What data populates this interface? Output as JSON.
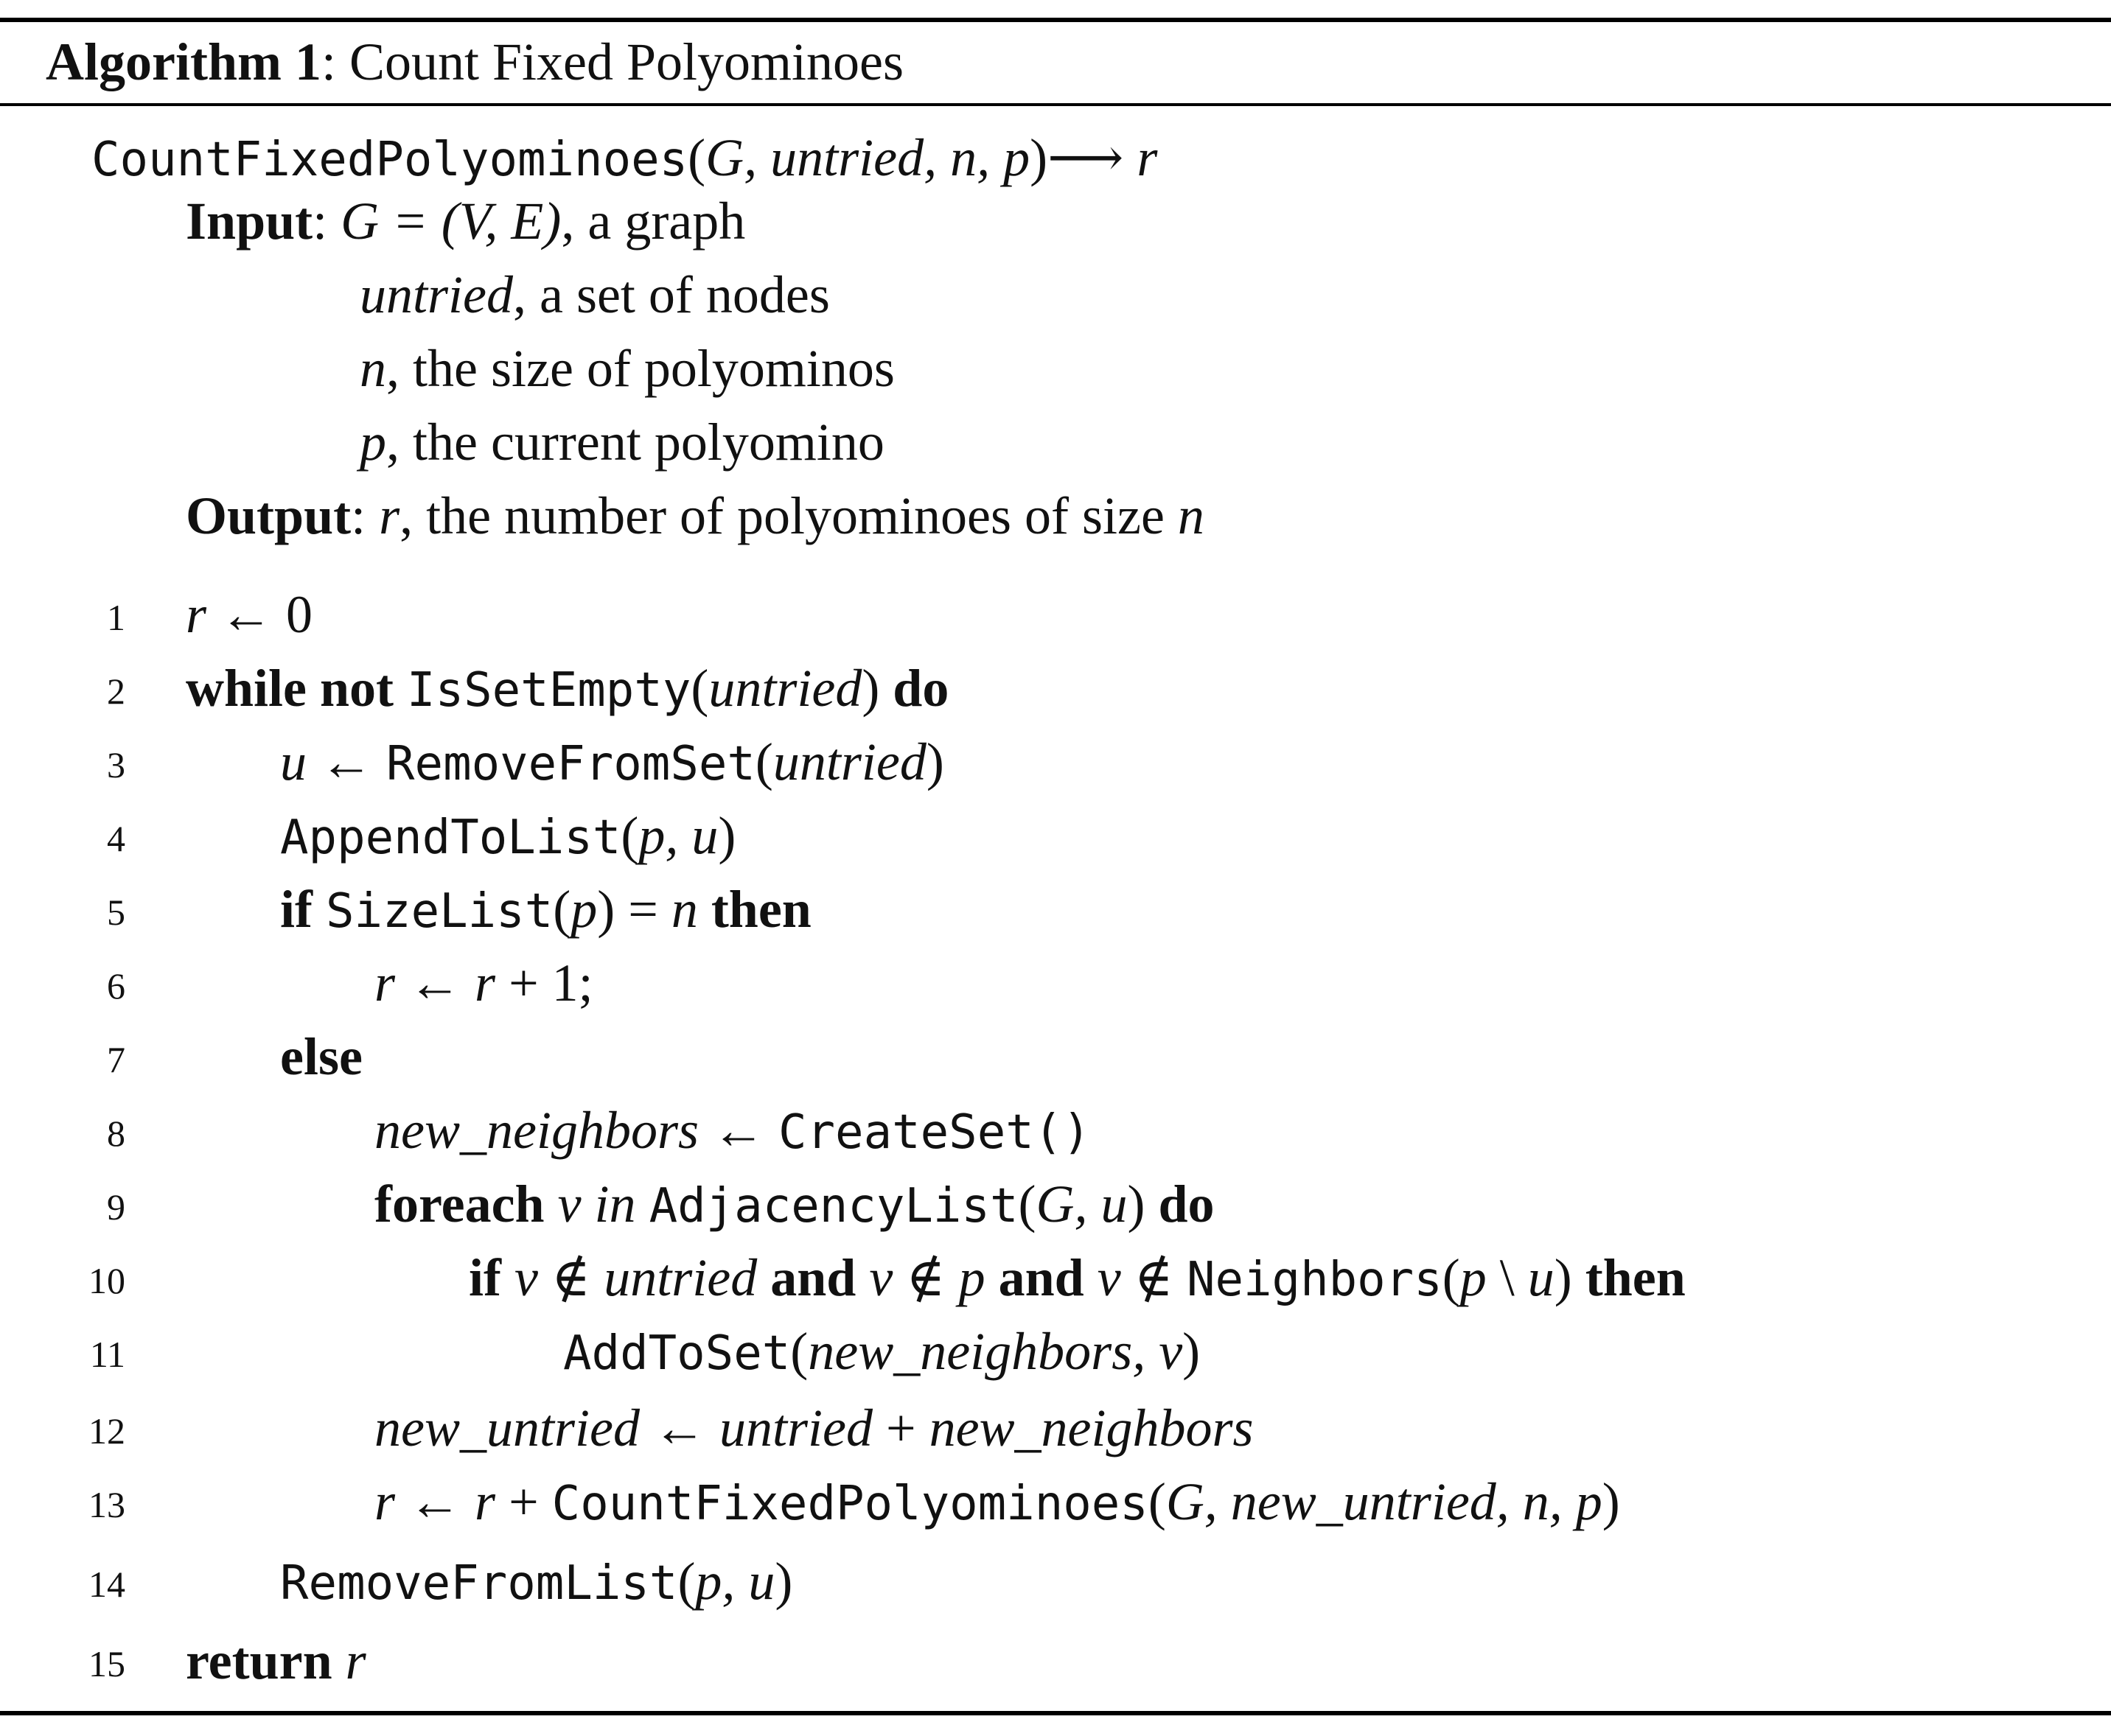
{
  "caption": {
    "label": "Algorithm 1",
    "title": ": Count Fixed Polyominoes"
  },
  "signature": {
    "name": "CountFixedPolyominoes",
    "open": "(",
    "args": "G, untried, n, p",
    "close": ")",
    "arrow": "⟶",
    "ret": "r"
  },
  "input": {
    "label": "Input",
    "colon": ":",
    "items": [
      {
        "var": "G = (V, E)",
        "desc": ", a graph"
      },
      {
        "var": "untried",
        "desc": ", a set of nodes"
      },
      {
        "var": "n",
        "desc": ", the size of polyominos"
      },
      {
        "var": "p",
        "desc": ", the current polyomino"
      }
    ]
  },
  "output": {
    "label": "Output",
    "colon": ":",
    "var": "r",
    "desc": ", the number of polyominoes of size ",
    "var2": "n"
  },
  "lines": [
    {
      "num": "1",
      "t": [
        "r",
        " ← 0"
      ]
    },
    {
      "num": "2",
      "t": [
        "while not",
        " ",
        "IsSetEmpty",
        "(",
        "untried",
        ")",
        " do"
      ]
    },
    {
      "num": "3",
      "t": [
        "u",
        " ← ",
        "RemoveFromSet",
        "(",
        "untried",
        ")"
      ]
    },
    {
      "num": "4",
      "t": [
        "AppendToList",
        "(",
        "p, u",
        ")"
      ]
    },
    {
      "num": "5",
      "t": [
        "if",
        " ",
        "SizeList",
        "(",
        "p",
        ")",
        " = ",
        "n",
        " then"
      ]
    },
    {
      "num": "6",
      "t": [
        "r",
        " ← ",
        "r",
        " + 1;"
      ]
    },
    {
      "num": "7",
      "t": [
        "else"
      ]
    },
    {
      "num": "8",
      "t": [
        "new_neighbors",
        " ← ",
        "CreateSet()"
      ]
    },
    {
      "num": "9",
      "t": [
        "foreach",
        " ",
        "v in",
        " ",
        "AdjacencyList",
        "(",
        "G, u",
        ")",
        " do"
      ]
    },
    {
      "num": "10",
      "t": [
        "if",
        " ",
        "v",
        " ∉ ",
        "untried",
        " and ",
        "v",
        " ∉ ",
        "p",
        " and ",
        "v",
        " ∉ ",
        "Neighbors",
        "(",
        "p",
        " \\ ",
        "u",
        ")",
        " then"
      ]
    },
    {
      "num": "11",
      "t": [
        "AddToSet",
        "(",
        "new_neighbors, v",
        ")"
      ]
    },
    {
      "num": "12",
      "t": [
        "new_untried",
        " ← ",
        "untried",
        " + ",
        "new_neighbors"
      ]
    },
    {
      "num": "13",
      "t": [
        "r",
        " ← ",
        "r",
        " + ",
        "CountFixedPolyominoes",
        "(",
        "G, new_untried, n, p",
        ")"
      ]
    },
    {
      "num": "14",
      "t": [
        "RemoveFromList",
        "(",
        "p, u",
        ")"
      ]
    },
    {
      "num": "15",
      "t": [
        "return",
        " ",
        "r"
      ]
    }
  ]
}
